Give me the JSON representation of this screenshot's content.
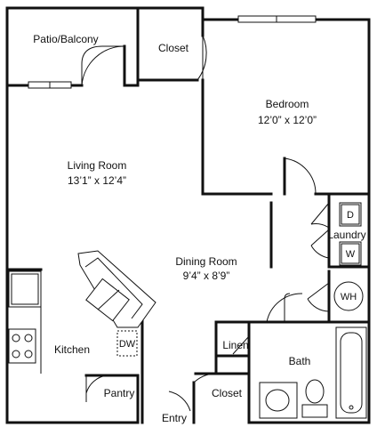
{
  "rooms": {
    "patio": {
      "name": "Patio/Balcony"
    },
    "closet_top": {
      "name": "Closet"
    },
    "bedroom": {
      "name": "Bedroom",
      "size": "12’0” x 12’0”"
    },
    "living": {
      "name": "Living Room",
      "size": "13’1” x 12’4”"
    },
    "dining": {
      "name": "Dining Room",
      "size": "9’4” x 8’9”"
    },
    "kitchen": {
      "name": "Kitchen"
    },
    "pantry": {
      "name": "Pantry"
    },
    "linen": {
      "name": "Linen"
    },
    "bath": {
      "name": "Bath"
    },
    "closet_bottom": {
      "name": "Closet"
    },
    "laundry": {
      "name": "Laundry"
    },
    "entry": {
      "name": "Entry"
    }
  },
  "fixtures": {
    "dryer": "D",
    "washer": "W",
    "water_heater": "WH",
    "dishwasher": "DW"
  }
}
